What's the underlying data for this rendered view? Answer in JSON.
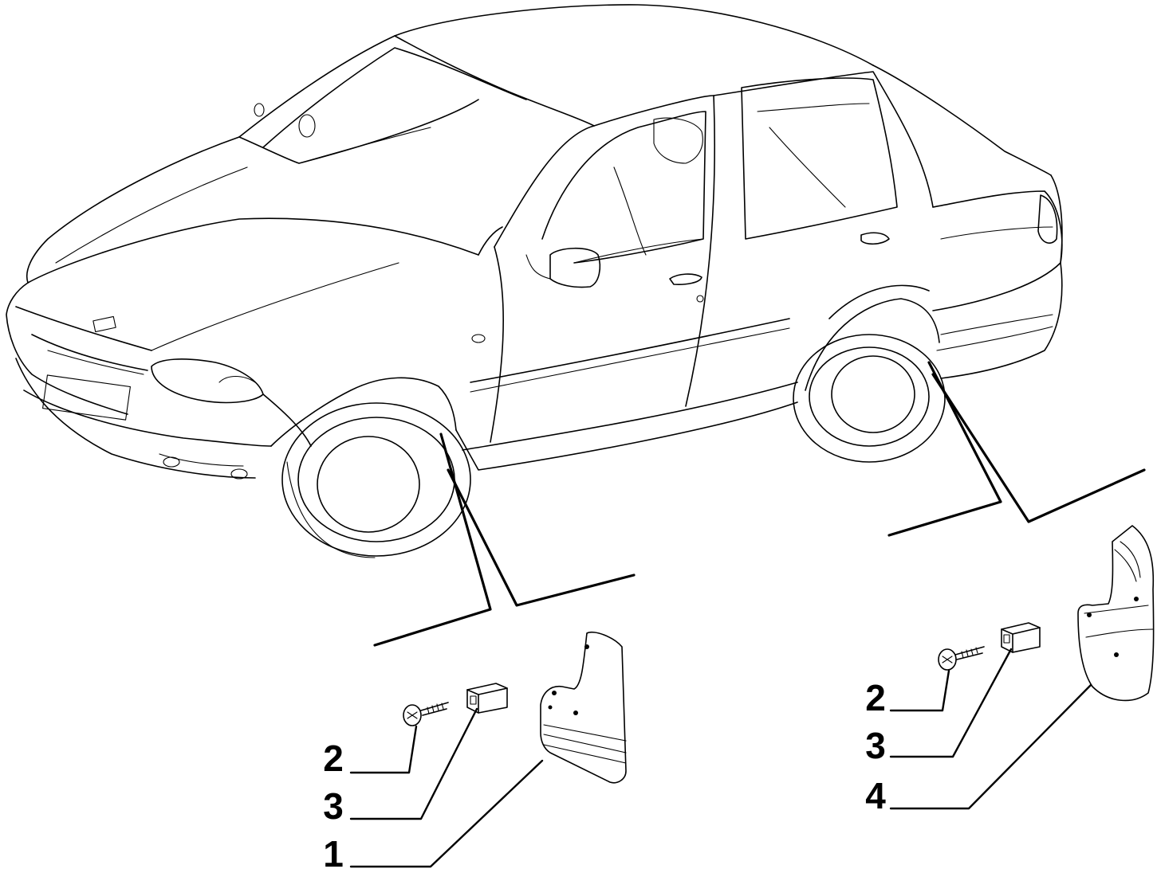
{
  "callouts": {
    "front": [
      {
        "label": "2"
      },
      {
        "label": "3"
      },
      {
        "label": "1"
      }
    ],
    "rear": [
      {
        "label": "2"
      },
      {
        "label": "3"
      },
      {
        "label": "4"
      }
    ]
  },
  "colors": {
    "ink": "#000000",
    "paper": "#ffffff"
  }
}
